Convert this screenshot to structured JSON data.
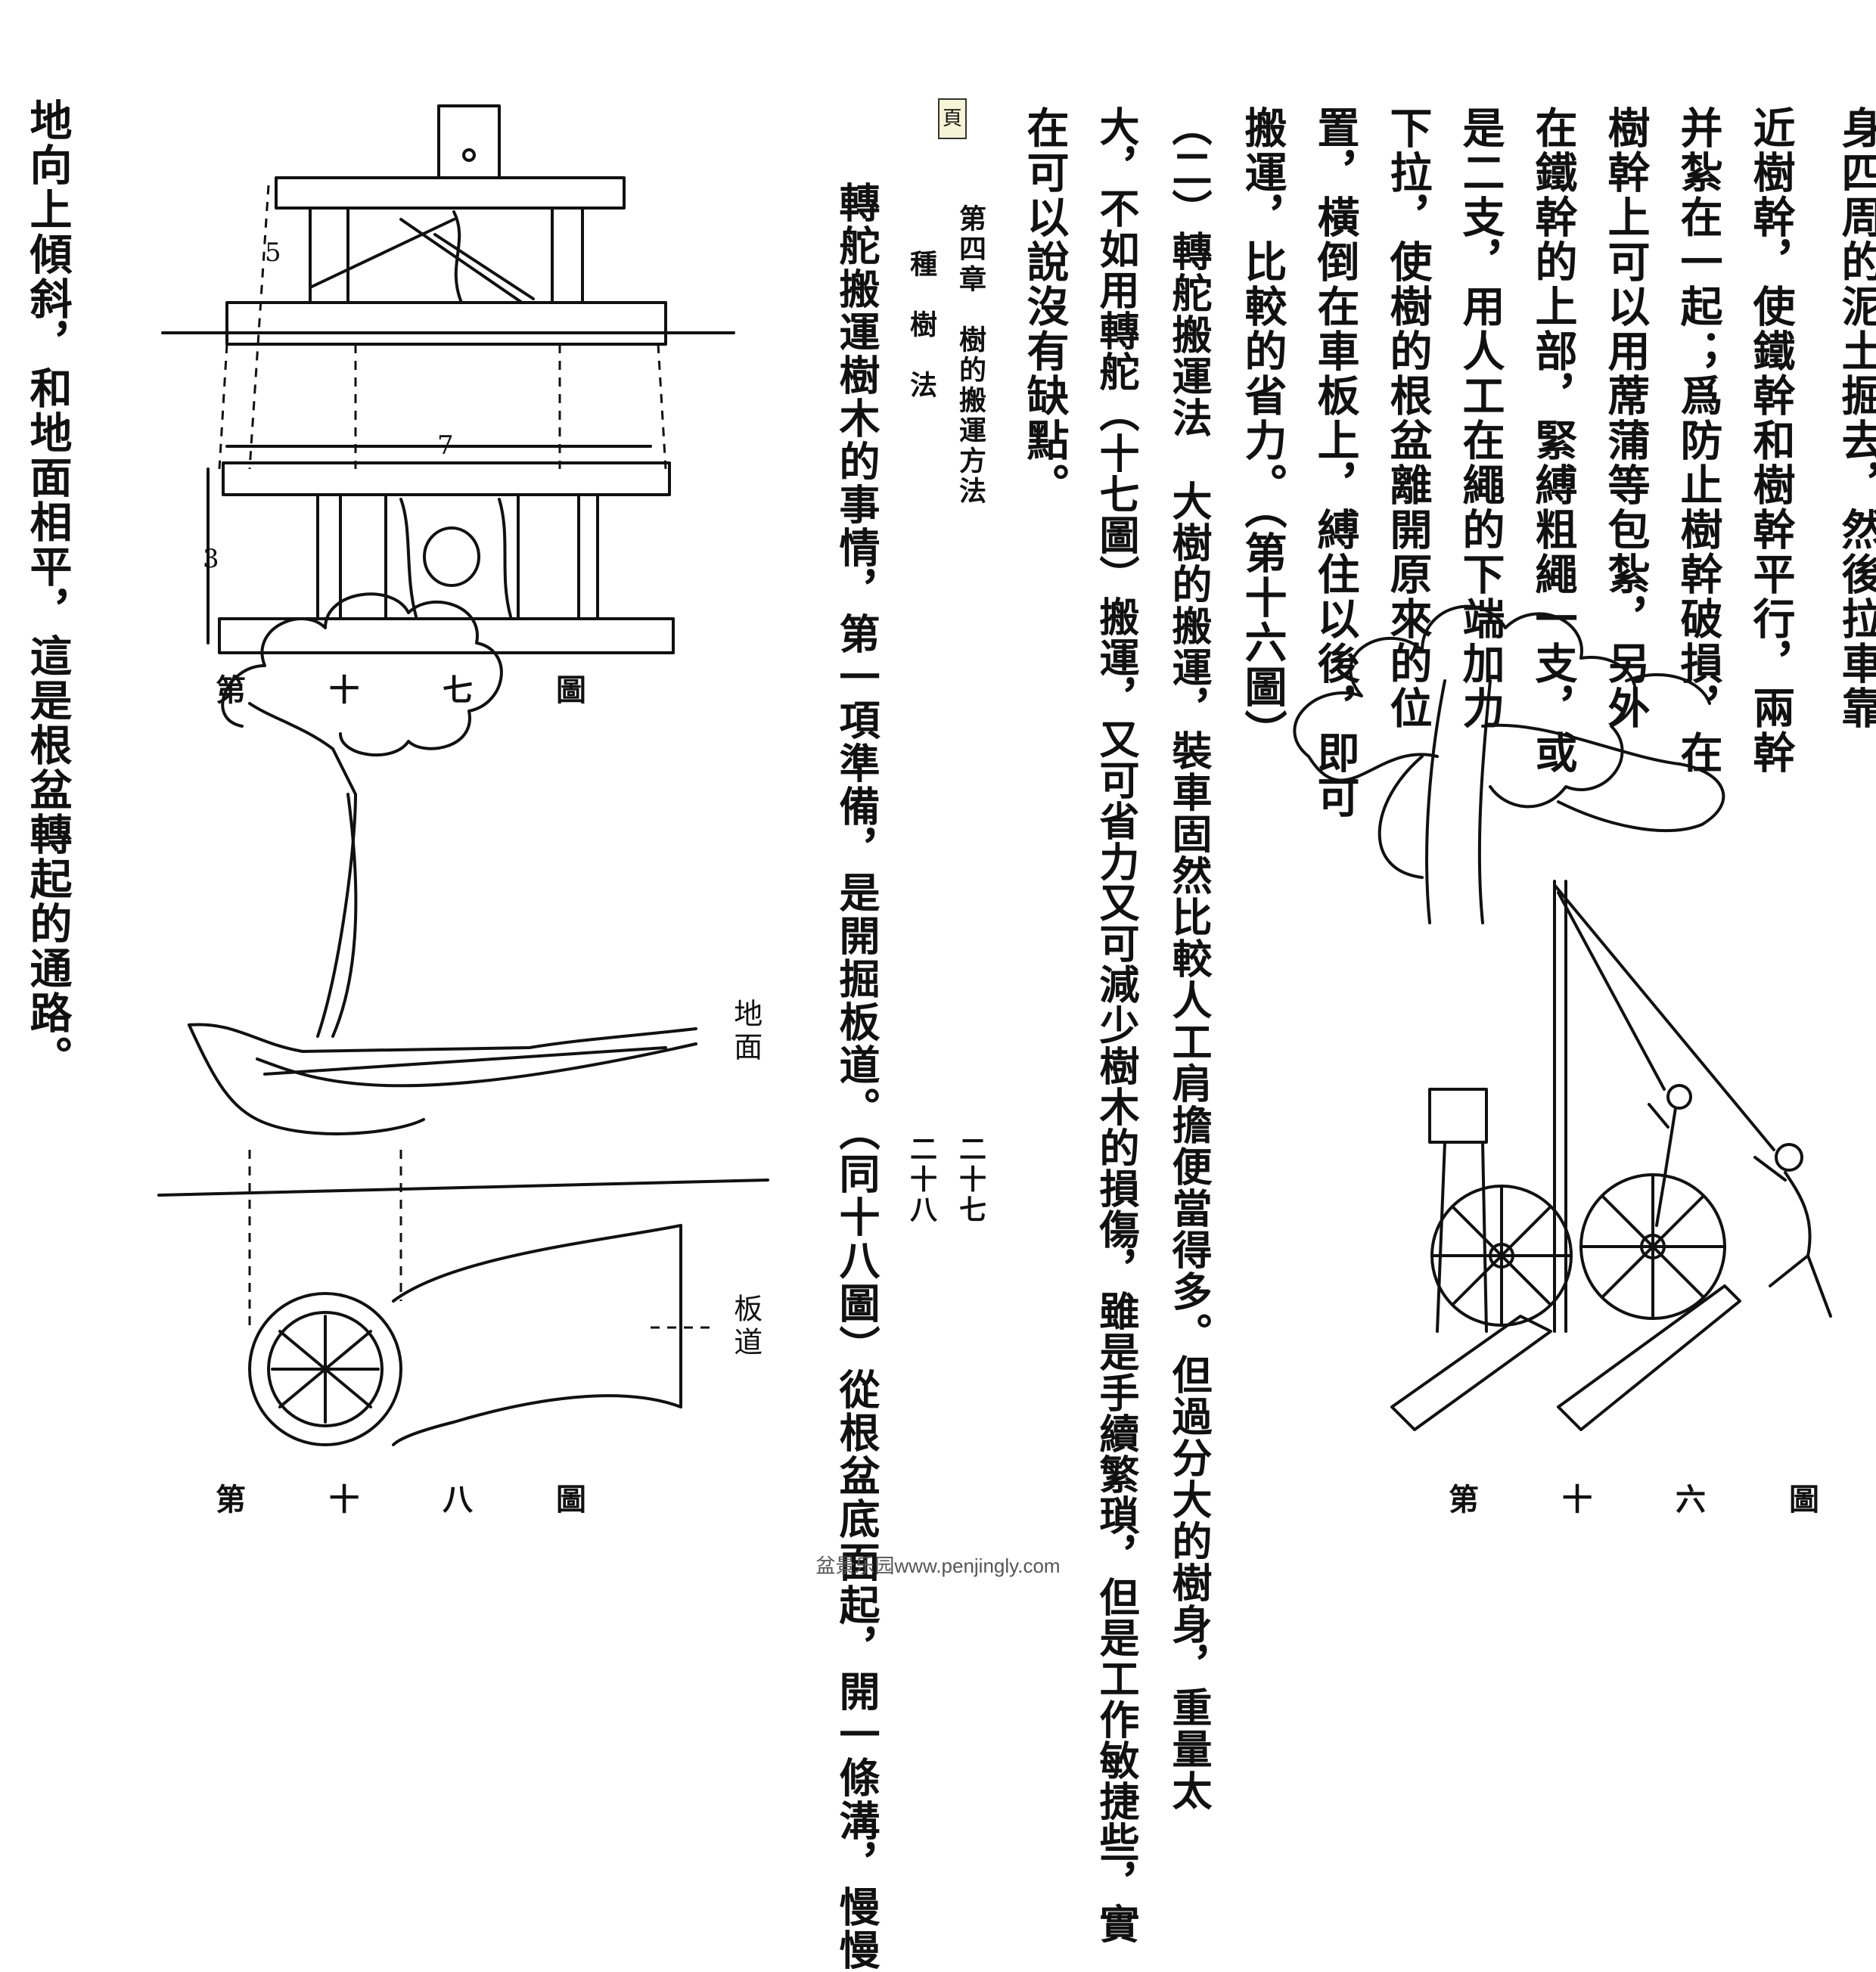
{
  "columns": {
    "c1": "身四周的泥土掘去，然後拉車靠",
    "c2": "近樹幹，使鐵幹和樹幹平行，兩幹",
    "c3": "并紮在一起；爲防止樹幹破損，在",
    "c4": "樹幹上可以用蓆蒲等包紮，另外",
    "c5": "在鐵幹的上部，緊縛粗繩一支，或",
    "c6": "是二支，用人工在繩的下端加力",
    "c7": "下拉，使樹的根盆離開原來的位",
    "c8": "置，橫倒在車板上，縛住以後，即可",
    "c9": "搬運，比較的省力。（第十六圖）",
    "c10": "（二）轉舵搬運法　大樹的搬運，裝車固然比較人工肩擔便當得多。但過分大的樹身，重量太",
    "c11": "大，不如用轉舵（十七圖）搬運，又可省力又可減少樹木的損傷，雖是手續繁瑣，但是工作敏捷些，實",
    "c12": "在可以說沒有缺點。",
    "c13": "轉舵搬運樹木的事情，第一項準備，是開掘板道。（同十八圖）從根盆底面起，開一條溝，慢慢",
    "c14": "地向上傾斜，和地面相平，這是根盆轉起的通路。"
  },
  "running_head": {
    "tab": "頁",
    "chapter": "第四章　樹的搬運方法",
    "book": "種　樹　法",
    "page_right": "二十七",
    "page_left": "二十八"
  },
  "figures": {
    "fig16_caption": "第十六圖",
    "fig17_caption": "第十七圖",
    "fig18_caption": "第十八圖",
    "label_ground": "地面",
    "label_board": "板道",
    "dim_a": "7",
    "dim_b": "3",
    "dim_c": "5"
  },
  "watermark": "盆景乐园www.penjingly.com"
}
